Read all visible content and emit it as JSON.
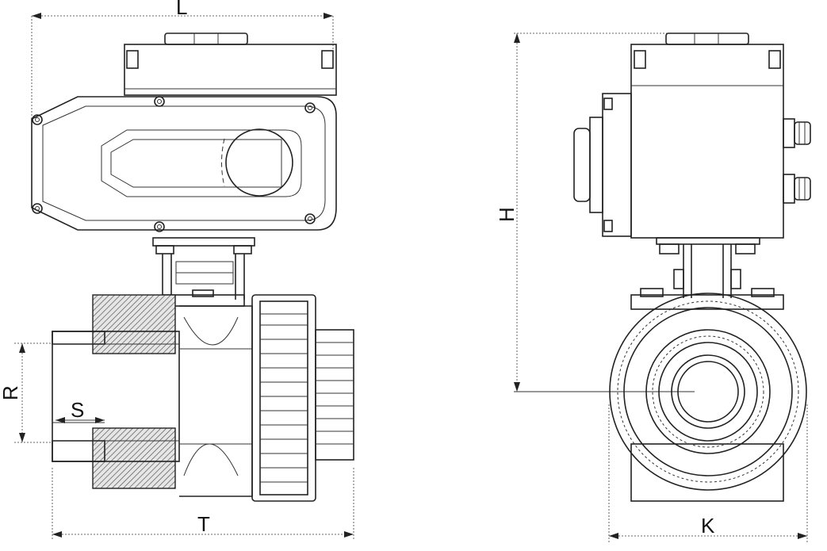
{
  "labels": {
    "L": "L",
    "H": "H",
    "R": "R",
    "S": "S",
    "T": "T",
    "K": "K"
  }
}
